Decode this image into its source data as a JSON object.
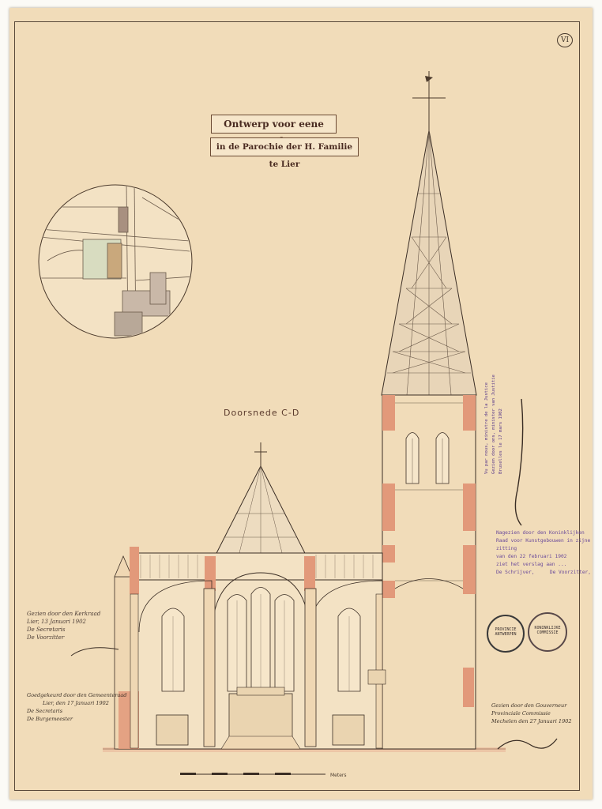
{
  "sheet": {
    "number": "VI",
    "title_line1": "Ontwerp voor eene Kerk",
    "title_line2": "in de Parochie der H. Familie te Lier",
    "section_label": "Doorsnede C-D",
    "scale_caption": "Meters"
  },
  "left_stamp": {
    "line1": "Gezien door den Kerkraad",
    "line2": "Lier, 13 Januari 1902",
    "line3": "De Secretaris",
    "line4": "De Voorzitter"
  },
  "left_notes": {
    "line1": "Goedgekeurd door den Gemeenteraad",
    "line2": "Lier, den 17 Januari 1902",
    "line3": "De Secretaris",
    "line4": "De Burgemeester"
  },
  "right_stamp": {
    "line1": "Nagezien door den Koninklijken",
    "line2": "Raad voor Kunstgebouwen in zijne zitting",
    "line3": "van den 22 februari 1902",
    "line4": "ziet het verslag aan ...",
    "line5": "De Schrijver,",
    "line6": "De Voorzitter,"
  },
  "right_notes": {
    "line1": "Gezien door den Gouverneur",
    "line2": "Provinciale Commissie",
    "line3": "Mechelen den 27 Januari 1902"
  },
  "vertical_stamp": {
    "line1": "Vu par nous, ministre de la Justice",
    "line2": "Gezien door ons, minister van Justitie",
    "line3": "Bruxelles le 17 mars 1902"
  },
  "seals": {
    "left": "PROVINCIE ANTWERPEN",
    "right": "KONINKLIJKE COMMISSIE"
  }
}
